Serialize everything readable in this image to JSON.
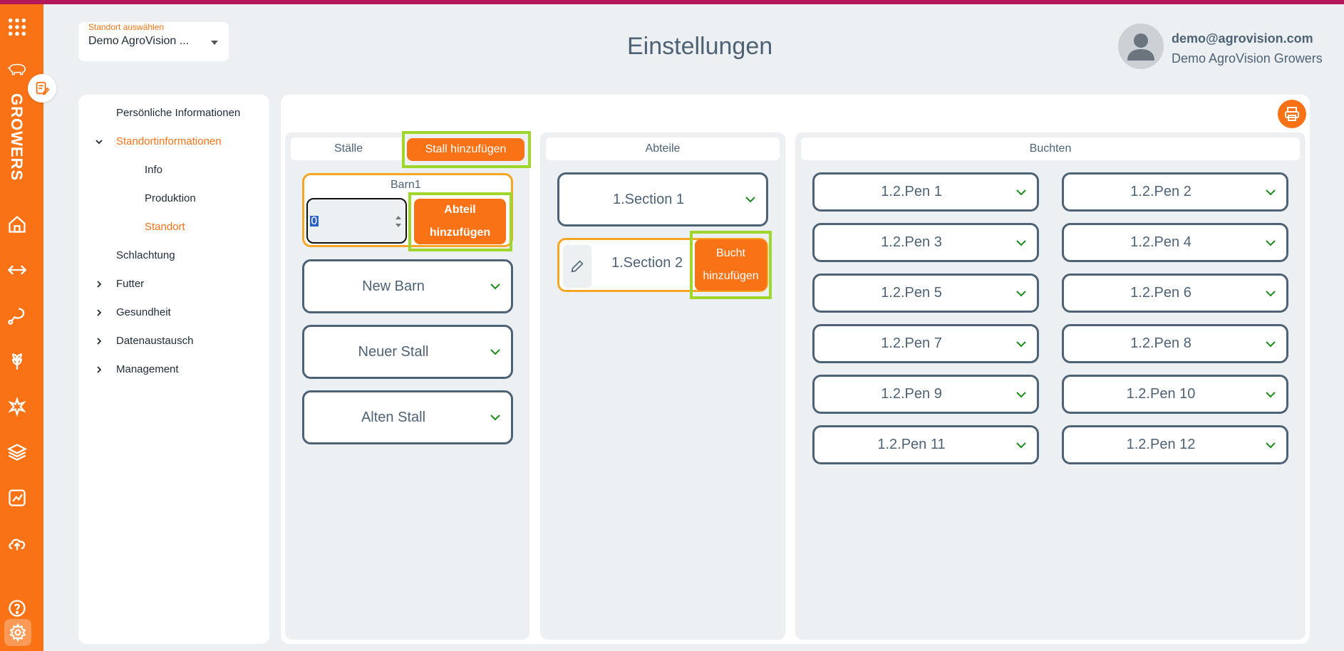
{
  "header": {
    "location_label": "Standort auswählen",
    "location_value": "Demo AgroVision ...",
    "title": "Einstellungen",
    "user_email": "demo@agrovision.com",
    "user_org": "Demo AgroVision Growers"
  },
  "brand": {
    "name": "GROWERS",
    "accent": "#f97316"
  },
  "rail_icons": [
    "apps-grid-icon",
    "pig-icon",
    "home-icon",
    "transfer-icon",
    "meat-leg-icon",
    "wheat-icon",
    "health-icon",
    "layers-icon",
    "chart-icon",
    "cloud-upload-icon",
    "help-icon",
    "gear-icon"
  ],
  "menu": {
    "personal": "Persönliche Informationen",
    "site_info": "Standortinformationen",
    "info": "Info",
    "production": "Produktion",
    "location": "Standort",
    "slaughter": "Schlachtung",
    "feed": "Futter",
    "health": "Gesundheit",
    "data_exchange": "Datenaustausch",
    "management": "Management"
  },
  "barns": {
    "header": "Ställe",
    "add_button": "Stall hinzufügen",
    "selected": {
      "name": "Barn1",
      "input_value": "0",
      "add_section_line1": "Abteil",
      "add_section_line2": "hinzufügen"
    },
    "items": [
      "New Barn",
      "Neuer Stall",
      "Alten Stall"
    ]
  },
  "sections": {
    "header": "Abteile",
    "items": [
      "1.Section 1"
    ],
    "selected": {
      "name": "1.Section 2",
      "add_pen_line1": "Bucht",
      "add_pen_line2": "hinzufügen"
    }
  },
  "pens": {
    "header": "Buchten",
    "items": [
      "1.2.Pen 1",
      "1.2.Pen 2",
      "1.2.Pen 3",
      "1.2.Pen 4",
      "1.2.Pen 5",
      "1.2.Pen 6",
      "1.2.Pen 7",
      "1.2.Pen 8",
      "1.2.Pen 9",
      "1.2.Pen 10",
      "1.2.Pen 11",
      "1.2.Pen 12"
    ]
  }
}
